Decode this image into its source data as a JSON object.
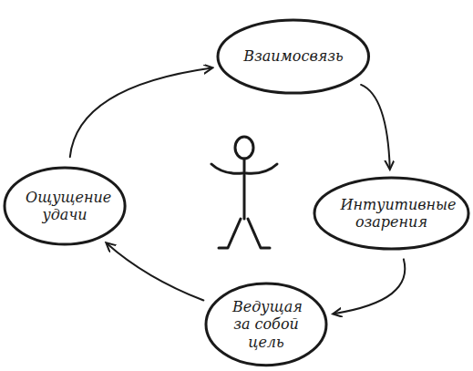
{
  "diagram": {
    "nodes": [
      {
        "text": [
          "Взаимосвязь"
        ]
      },
      {
        "text": [
          "Интуитивные озарения"
        ]
      },
      {
        "text": [
          "Ведущая за собой цель"
        ]
      },
      {
        "text": [
          "Ощущение удачи"
        ]
      }
    ],
    "edges": [
      {
        "from": 0,
        "to": 1,
        "arrow": "to"
      },
      {
        "from": 1,
        "to": 2,
        "arrow": "to"
      },
      {
        "from": 2,
        "to": 3,
        "arrow": "to"
      },
      {
        "from": 3,
        "to": 0,
        "arrow": "to"
      }
    ]
  }
}
